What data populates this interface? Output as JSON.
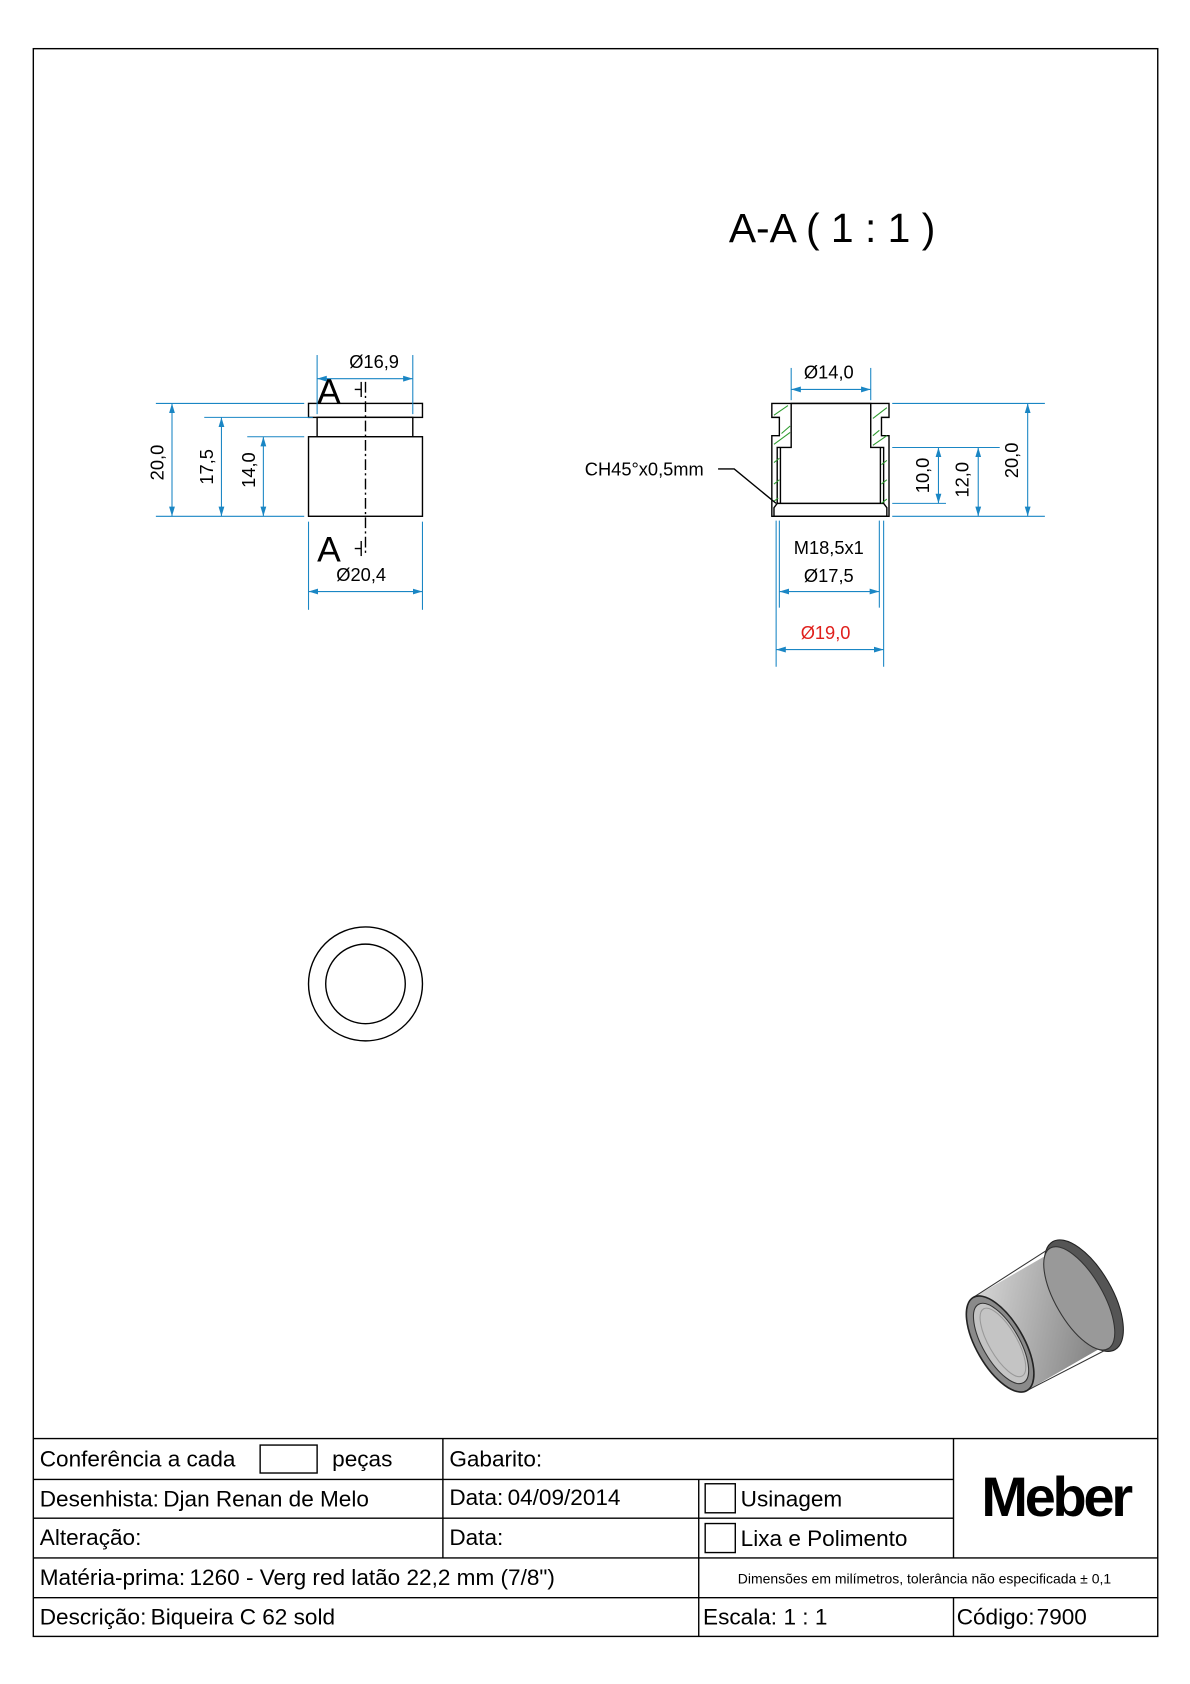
{
  "drawing": {
    "section_title": "A-A ( 1 : 1 )",
    "section_label": "A",
    "front_view": {
      "dims": {
        "top_diameter": "Ø16,9",
        "bottom_diameter": "Ø20,4",
        "height_total": "20,0",
        "height_2": "17,5",
        "height_3": "14,0"
      }
    },
    "section_view": {
      "dims": {
        "bore_diameter": "Ø14,0",
        "height_total": "20,0",
        "height_12": "12,0",
        "height_10": "10,0",
        "thread": "M18,5x1",
        "thread_diameter": "Ø17,5",
        "outer_diameter": "Ø19,0",
        "chamfer": "CH45°x0,5mm"
      },
      "highlight_color": "#e0201c"
    },
    "colors": {
      "dimension": "#1a86c4",
      "hatch": "#2e9b2e"
    }
  },
  "title_block": {
    "conferencia_label": "Conferência a cada",
    "pecas_label": "peças",
    "gabarito_label": "Gabarito:",
    "desenhista_label": "Desenhista:",
    "desenhista_value": "Djan Renan de Melo",
    "data_label": "Data:",
    "data_value": "04/09/2014",
    "usinagem_label": "Usinagem",
    "alteracao_label": "Alteração:",
    "data2_label": "Data:",
    "lixa_label": "Lixa e Polimento",
    "materia_label": "Matéria-prima:",
    "materia_value": "1260 - Verg red latão 22,2 mm (7/8\")",
    "tolerance_note": "Dimensões em milímetros, tolerância não especificada ± 0,1",
    "descricao_label": "Descrição:",
    "descricao_value": "Biqueira C 62 sold",
    "escala_label": "Escala:",
    "escala_value": "1 : 1",
    "codigo_label": "Código:",
    "codigo_value": "7900",
    "logo": "Meber"
  }
}
